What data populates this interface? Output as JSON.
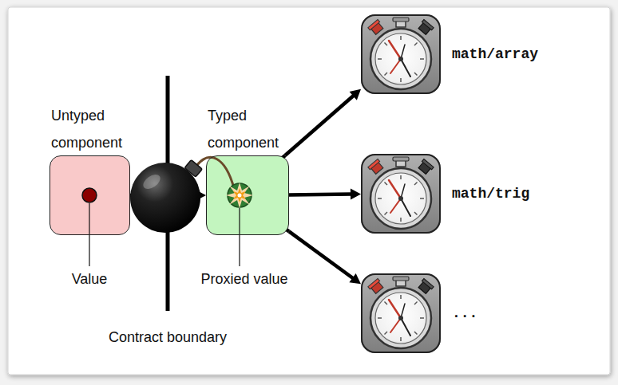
{
  "diagram": {
    "nodes": [
      {
        "text": [
          "Untyped component"
        ]
      },
      {
        "text": [
          "Typed component"
        ]
      },
      {
        "text": [
          "math/array"
        ]
      },
      {
        "text": [
          "math/trig"
        ]
      },
      {
        "text": [
          "..."
        ]
      }
    ],
    "edges": [
      {
        "from": 0,
        "to": 1,
        "arrow": "to"
      },
      {
        "from": 1,
        "to": 2,
        "arrow": "to"
      },
      {
        "from": 1,
        "to": 3,
        "arrow": "to"
      },
      {
        "from": 1,
        "to": 4,
        "arrow": "to"
      }
    ],
    "labels": [
      "Value",
      "Proxied value",
      "Contract boundary"
    ]
  }
}
